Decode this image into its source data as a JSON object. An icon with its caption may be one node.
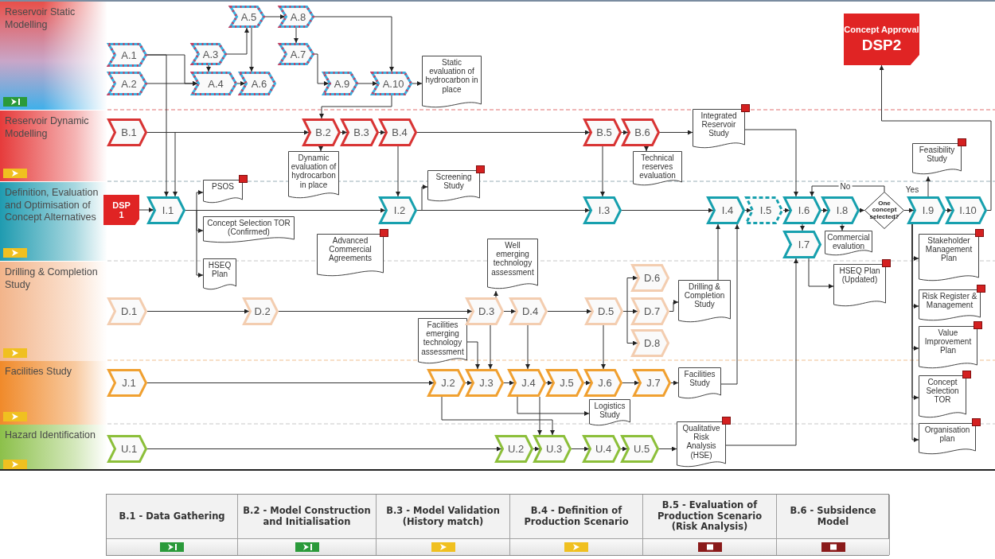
{
  "diagram": {
    "nodes": [
      {
        "text": [
          "Reservoir Static Modelling"
        ]
      },
      {
        "text": [
          "A.1"
        ]
      },
      {
        "text": [
          "A.2"
        ]
      },
      {
        "text": [
          "A.3"
        ]
      },
      {
        "text": [
          "A.4"
        ]
      },
      {
        "text": [
          "A.5"
        ]
      },
      {
        "text": [
          "A.6"
        ]
      },
      {
        "text": [
          "A.7"
        ]
      },
      {
        "text": [
          "A.8"
        ]
      },
      {
        "text": [
          "A.9"
        ]
      },
      {
        "text": [
          "A.10"
        ]
      },
      {
        "text": [
          "Static evaluation of hydrocarbon in place"
        ]
      },
      {
        "text": [
          "Reservoir Dynamic Modelling"
        ]
      },
      {
        "text": [
          "B.1"
        ]
      },
      {
        "text": [
          "B.2"
        ]
      },
      {
        "text": [
          "B.3"
        ]
      },
      {
        "text": [
          "B.4"
        ]
      },
      {
        "text": [
          "Dynamic evaluation of hydrocarbon in place"
        ]
      },
      {
        "text": [
          "B.5"
        ]
      },
      {
        "text": [
          "B.6"
        ]
      },
      {
        "text": [
          "Integrated Reservoir Study"
        ]
      },
      {
        "text": [
          "Technical reserves evaluation"
        ]
      },
      {
        "text": [
          "Definition, Evaluation and Optimisation of Concept Alternatives"
        ]
      },
      {
        "text": [
          "DSP 1"
        ]
      },
      {
        "text": [
          "I.1"
        ]
      },
      {
        "text": [
          "PSOS"
        ]
      },
      {
        "text": [
          "Concept Selection TOR (Confirmed)"
        ]
      },
      {
        "text": [
          "HSEQ Plan"
        ]
      },
      {
        "text": [
          "Advanced Commercial Agreements"
        ]
      },
      {
        "text": [
          "I.2"
        ]
      },
      {
        "text": [
          "Screening Study"
        ]
      },
      {
        "text": [
          "I.3"
        ]
      },
      {
        "text": [
          "I.4"
        ]
      },
      {
        "text": [
          "I.5"
        ]
      },
      {
        "text": [
          "I.6"
        ]
      },
      {
        "text": [
          "I.8"
        ]
      },
      {
        "text": [
          "One concept selected?"
        ]
      },
      {
        "text": [
          "I.9"
        ]
      },
      {
        "text": [
          "I.10"
        ]
      },
      {
        "text": [
          "Concept Approval",
          "DSP2"
        ]
      },
      {
        "text": [
          "Feasibility Study"
        ]
      },
      {
        "text": [
          "I.7"
        ]
      },
      {
        "text": [
          "Commercial evalution"
        ]
      },
      {
        "text": [
          "HSEQ Plan (Updated)"
        ]
      },
      {
        "text": [
          "Drilling & Completion Study"
        ]
      },
      {
        "text": [
          "D.1"
        ]
      },
      {
        "text": [
          "D.2"
        ]
      },
      {
        "text": [
          "Well emerging technology assessment"
        ]
      },
      {
        "text": [
          "Facilities emerging technology assessment"
        ]
      },
      {
        "text": [
          "D.3"
        ]
      },
      {
        "text": [
          "D.4"
        ]
      },
      {
        "text": [
          "D.5"
        ]
      },
      {
        "text": [
          "D.6"
        ]
      },
      {
        "text": [
          "D.7"
        ]
      },
      {
        "text": [
          "D.8"
        ]
      },
      {
        "text": [
          "Drilling & Completion Study"
        ]
      },
      {
        "text": [
          "Facilities Study"
        ]
      },
      {
        "text": [
          "J.1"
        ]
      },
      {
        "text": [
          "J.2"
        ]
      },
      {
        "text": [
          "J.3"
        ]
      },
      {
        "text": [
          "J.4"
        ]
      },
      {
        "text": [
          "J.5"
        ]
      },
      {
        "text": [
          "J.6"
        ]
      },
      {
        "text": [
          "J.7"
        ]
      },
      {
        "text": [
          "Facilities Study"
        ]
      },
      {
        "text": [
          "Logistics Study"
        ]
      },
      {
        "text": [
          "Hazard Identification"
        ]
      },
      {
        "text": [
          "U.1"
        ]
      },
      {
        "text": [
          "U.2"
        ]
      },
      {
        "text": [
          "U.3"
        ]
      },
      {
        "text": [
          "U.4"
        ]
      },
      {
        "text": [
          "U.5"
        ]
      },
      {
        "text": [
          "Qualitative Risk Analysis (HSE)"
        ]
      },
      {
        "text": [
          "Stakeholder Management Plan"
        ]
      },
      {
        "text": [
          "Risk Register & Management"
        ]
      },
      {
        "text": [
          "Value Improvement Plan"
        ]
      },
      {
        "text": [
          "Concept Selection TOR"
        ]
      },
      {
        "text": [
          "Organisation plan"
        ]
      }
    ],
    "edges": [
      {
        "from": 1,
        "to": 4,
        "arrow": "to"
      },
      {
        "from": 2,
        "to": 4,
        "arrow": "to"
      },
      {
        "from": 1,
        "to": 24,
        "arrow": "to"
      },
      {
        "from": 13,
        "to": 24,
        "arrow": "to"
      },
      {
        "from": 23,
        "to": 24,
        "arrow": "to"
      },
      {
        "from": 3,
        "to": 5,
        "arrow": "to"
      },
      {
        "from": 3,
        "to": 4,
        "arrow": "to"
      },
      {
        "from": 4,
        "to": 6,
        "arrow": "to"
      },
      {
        "from": 5,
        "to": 8,
        "arrow": "to"
      },
      {
        "from": 5,
        "to": 6,
        "arrow": "to"
      },
      {
        "from": 8,
        "to": 7,
        "arrow": "to"
      },
      {
        "from": 7,
        "to": 9,
        "arrow": "to"
      },
      {
        "from": 8,
        "to": 10,
        "arrow": "to"
      },
      {
        "from": 9,
        "to": 10,
        "arrow": "to"
      },
      {
        "from": 10,
        "to": 11,
        "arrow": "to"
      },
      {
        "from": 10,
        "to": 14,
        "arrow": "to"
      },
      {
        "from": 13,
        "to": 14,
        "arrow": "to"
      },
      {
        "from": 14,
        "to": 15,
        "arrow": "to"
      },
      {
        "from": 15,
        "to": 16,
        "arrow": "to"
      },
      {
        "from": 14,
        "to": 17,
        "arrow": "to"
      },
      {
        "from": 16,
        "to": 18,
        "arrow": "to"
      },
      {
        "from": 18,
        "to": 19,
        "arrow": "to"
      },
      {
        "from": 19,
        "to": 20,
        "arrow": "to"
      },
      {
        "from": 19,
        "to": 21,
        "arrow": "to"
      },
      {
        "from": 16,
        "to": 29,
        "arrow": "to"
      },
      {
        "from": 24,
        "to": 25,
        "arrow": "to"
      },
      {
        "from": 24,
        "to": 26,
        "arrow": "to"
      },
      {
        "from": 24,
        "to": 27,
        "arrow": "to"
      },
      {
        "from": 24,
        "to": 29,
        "arrow": "to"
      },
      {
        "from": 29,
        "to": 30,
        "arrow": "to"
      },
      {
        "from": 29,
        "to": 31,
        "arrow": "to"
      },
      {
        "from": 18,
        "to": 31,
        "arrow": "to"
      },
      {
        "from": 31,
        "to": 32,
        "arrow": "to"
      },
      {
        "from": 32,
        "to": 33,
        "arrow": "to"
      },
      {
        "from": 33,
        "to": 34,
        "arrow": "to"
      },
      {
        "from": 20,
        "to": 34,
        "arrow": "to"
      },
      {
        "from": 34,
        "to": 35,
        "arrow": "to"
      },
      {
        "from": 34,
        "to": 41,
        "arrow": "to"
      },
      {
        "from": 35,
        "to": 42,
        "arrow": "to"
      },
      {
        "from": 35,
        "to": 36,
        "arrow": "to"
      },
      {
        "from": 36,
        "to": 37,
        "arrow": "to",
        "label": "Yes"
      },
      {
        "from": 36,
        "to": 34,
        "arrow": "to",
        "label": "No"
      },
      {
        "from": 37,
        "to": 38,
        "arrow": "to"
      },
      {
        "from": 37,
        "to": 40,
        "arrow": "to"
      },
      {
        "from": 38,
        "to": 39,
        "arrow": "to"
      },
      {
        "from": 41,
        "to": 43,
        "arrow": "to"
      },
      {
        "from": 37,
        "to": 73,
        "arrow": "to"
      },
      {
        "from": 37,
        "to": 74,
        "arrow": "to"
      },
      {
        "from": 37,
        "to": 75,
        "arrow": "to"
      },
      {
        "from": 37,
        "to": 76,
        "arrow": "to"
      },
      {
        "from": 37,
        "to": 77,
        "arrow": "to"
      },
      {
        "from": 72,
        "to": 41,
        "arrow": "to"
      },
      {
        "from": 55,
        "to": 32,
        "arrow": "to"
      },
      {
        "from": 64,
        "to": 32,
        "arrow": "to"
      },
      {
        "from": 45,
        "to": 46,
        "arrow": "to"
      },
      {
        "from": 46,
        "to": 49,
        "arrow": "to"
      },
      {
        "from": 49,
        "to": 50,
        "arrow": "to"
      },
      {
        "from": 50,
        "to": 51,
        "arrow": "to"
      },
      {
        "from": 49,
        "to": 47,
        "arrow": "to"
      },
      {
        "from": 51,
        "to": 52,
        "arrow": "to"
      },
      {
        "from": 51,
        "to": 53,
        "arrow": "to"
      },
      {
        "from": 51,
        "to": 54,
        "arrow": "to"
      },
      {
        "from": 53,
        "to": 55,
        "arrow": "to"
      },
      {
        "from": 48,
        "to": 59,
        "arrow": "to"
      },
      {
        "from": 49,
        "to": 59,
        "arrow": "to"
      },
      {
        "from": 50,
        "to": 60,
        "arrow": "to"
      },
      {
        "from": 51,
        "to": 62,
        "arrow": "to"
      },
      {
        "from": 57,
        "to": 58,
        "arrow": "to"
      },
      {
        "from": 58,
        "to": 59,
        "arrow": "to"
      },
      {
        "from": 59,
        "to": 60,
        "arrow": "to"
      },
      {
        "from": 60,
        "to": 61,
        "arrow": "to"
      },
      {
        "from": 61,
        "to": 62,
        "arrow": "to"
      },
      {
        "from": 62,
        "to": 63,
        "arrow": "to"
      },
      {
        "from": 63,
        "to": 64,
        "arrow": "to"
      },
      {
        "from": 60,
        "to": 65,
        "arrow": "to"
      },
      {
        "from": 58,
        "to": 69,
        "arrow": "to"
      },
      {
        "from": 60,
        "to": 69,
        "arrow": "to"
      },
      {
        "from": 67,
        "to": 68,
        "arrow": "to"
      },
      {
        "from": 68,
        "to": 69,
        "arrow": "to"
      },
      {
        "from": 69,
        "to": 70,
        "arrow": "to"
      },
      {
        "from": 70,
        "to": 71,
        "arrow": "to"
      },
      {
        "from": 71,
        "to": 72,
        "arrow": "to"
      }
    ],
    "labels": [
      "B.1 - Data Gathering",
      "B.2 - Model Construction and Initialisation",
      "B.3 - Model Validation (History match)",
      "B.4 - Definition of Production Scenario",
      "B.5 - Evaluation of Production Scenario (Risk Analysis)",
      "B.6 - Subsidence Model"
    ]
  }
}
